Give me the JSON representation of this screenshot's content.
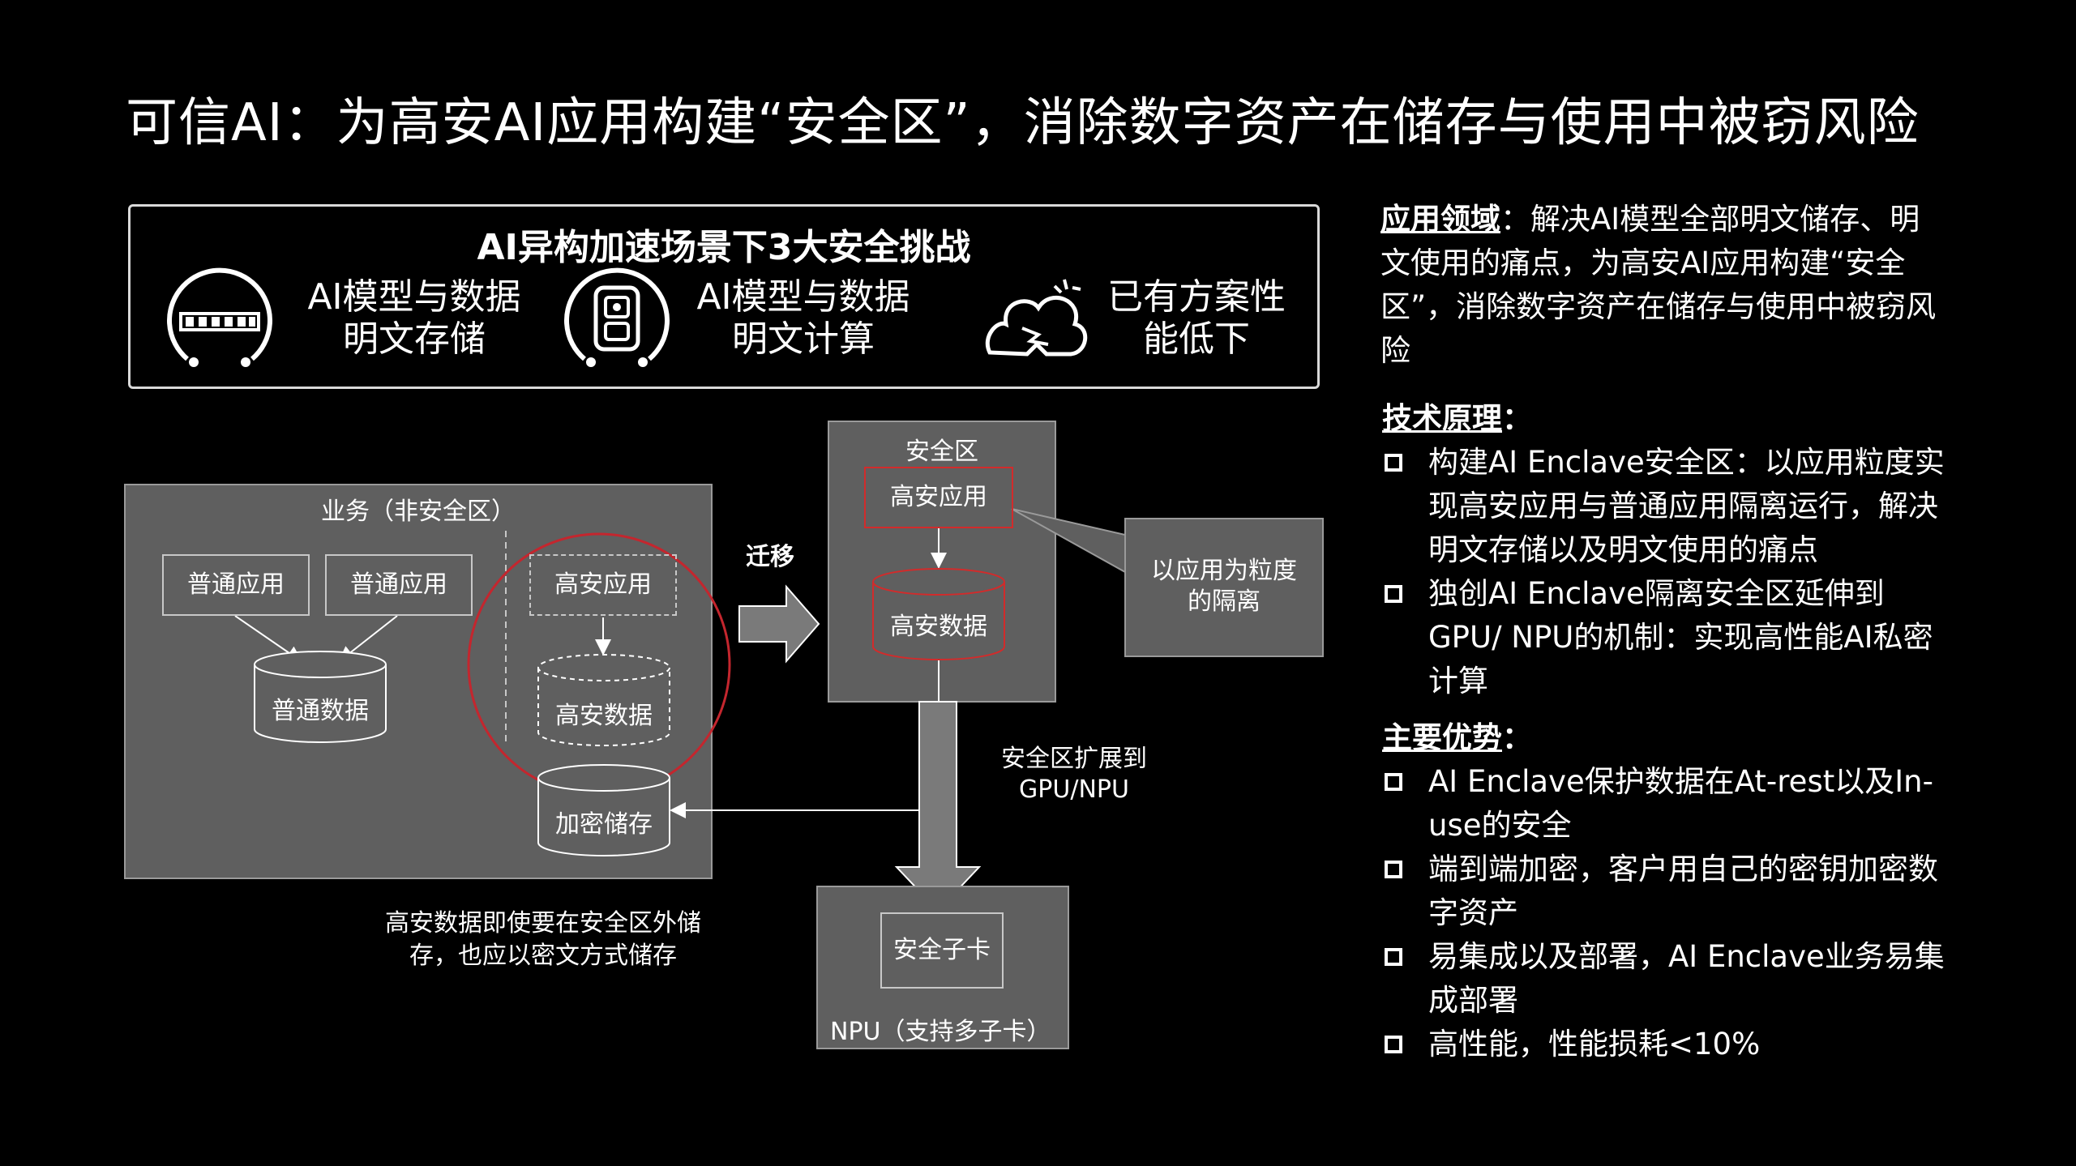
{
  "title": "可信AI：为高安AI应用构建“安全区”，消除数字资产在储存与使用中被窃风险",
  "challenges": {
    "title": "AI异构加速场景下3大安全挑战",
    "items": [
      {
        "icon": "storage-icon",
        "label": "AI模型与数据\n明文存储"
      },
      {
        "icon": "chip-icon",
        "label": "AI模型与数据\n明文计算"
      },
      {
        "icon": "broken-cloud-icon",
        "label": "已有方案性\n能低下"
      }
    ]
  },
  "diagram": {
    "business_zone": "业务（非安全区）",
    "normal_app_1": "普通应用",
    "normal_app_2": "普通应用",
    "normal_data": "普通数据",
    "high_app_dashed": "高安应用",
    "high_data_dashed": "高安数据",
    "encrypted_storage": "加密储存",
    "migrate": "迁移",
    "secure_zone": "安全区",
    "secure_app": "高安应用",
    "secure_data": "高安数据",
    "granularity": "以应用为粒度\n的隔离",
    "extend": "安全区扩展到\nGPU/NPU",
    "npu_card": "安全子卡",
    "npu_label": "NPU（支持多子卡）",
    "note": "高安数据即使要在安全区外储\n存，也应以密文方式储存"
  },
  "right": {
    "application_title": "应用领域",
    "application_text": "：解决AI模型全部明文储存、明文使用的痛点，为高安AI应用构建“安全区”，消除数字资产在储存与使用中被窃风险",
    "principle_title": "技术原理",
    "principle_colon": "：",
    "principle_items": [
      "构建AI Enclave安全区：以应用粒度实现高安应用与普通应用隔离运行，解决明文存储以及明文使用的痛点",
      "独创AI Enclave隔离安全区延伸到GPU/ NPU的机制：实现高性能AI私密计算"
    ],
    "advantage_title": "主要优势",
    "advantage_colon": "：",
    "advantage_items": [
      "AI Enclave保护数据在At-rest以及In-use的安全",
      "端到端加密，客户用自己的密钥加密数字资产",
      "易集成以及部署，AI Enclave业务易集成部署",
      "高性能，性能损耗<10%"
    ]
  },
  "colors": {
    "background": "#000000",
    "panel_gray": "#5f5f5f",
    "accent_red": "#d22b2b"
  }
}
